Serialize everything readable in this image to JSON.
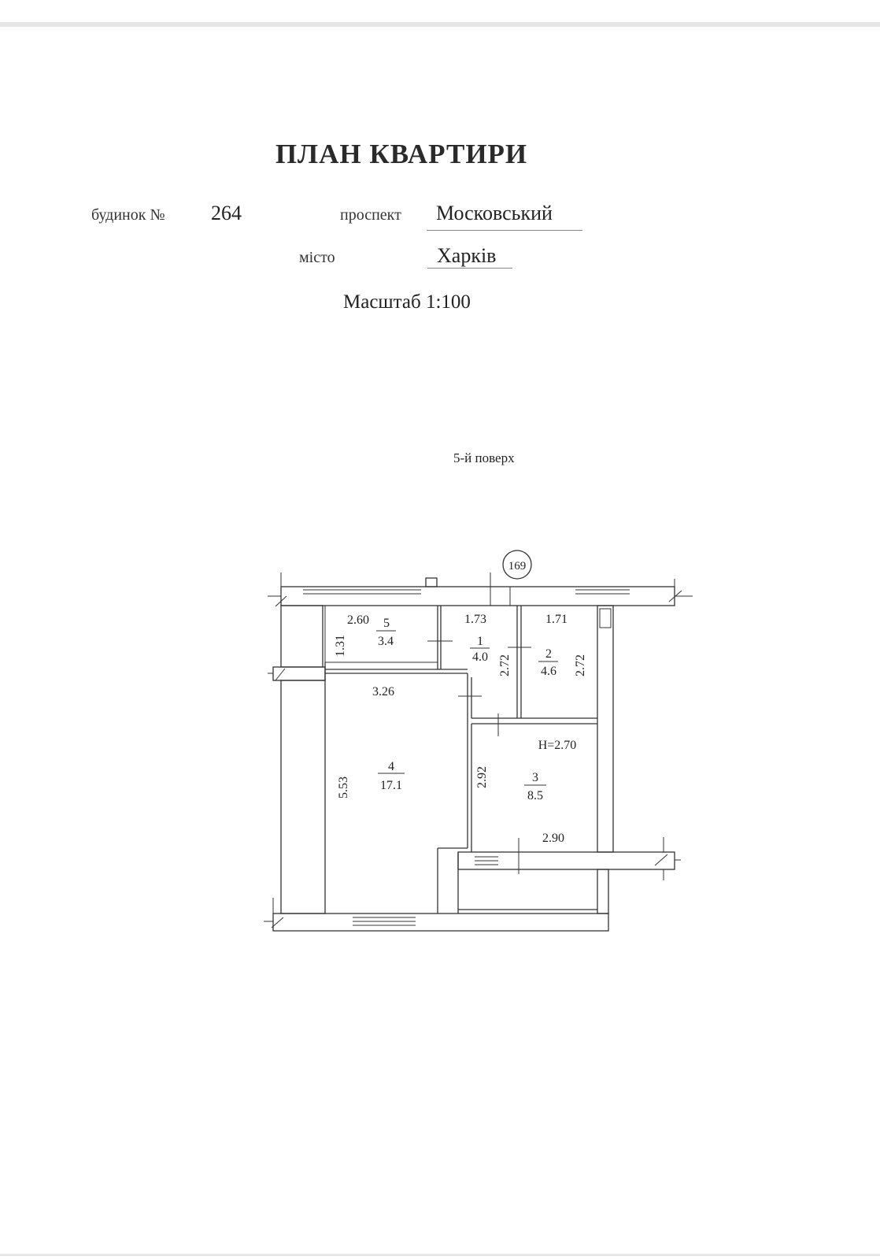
{
  "document": {
    "title": "ПЛАН КВАРТИРИ",
    "house_label": "будинок №",
    "house_number": "264",
    "street_type_label": "проспект",
    "street_name": "Московський",
    "city_label": "місто",
    "city_name": "Харків",
    "scale": "Масштаб 1:100",
    "floor": "5-й поверх"
  },
  "plan": {
    "apartment_number": "169",
    "ceiling_height": "H=2.70",
    "rooms": [
      {
        "number": "1",
        "area": "4.0"
      },
      {
        "number": "2",
        "area": "4.6"
      },
      {
        "number": "3",
        "area": "8.5"
      },
      {
        "number": "4",
        "area": "17.1"
      },
      {
        "number": "5",
        "area": "3.4"
      }
    ],
    "dimensions": {
      "room5_width": "2.60",
      "room5_depth": "1.31",
      "room1_width": "1.73",
      "room1_depth": "2.72",
      "room2_width": "1.71",
      "room2_depth": "2.72",
      "room4_width": "3.26",
      "room4_depth": "5.53",
      "room3_depth": "2.92",
      "room3_width": "2.90"
    }
  }
}
